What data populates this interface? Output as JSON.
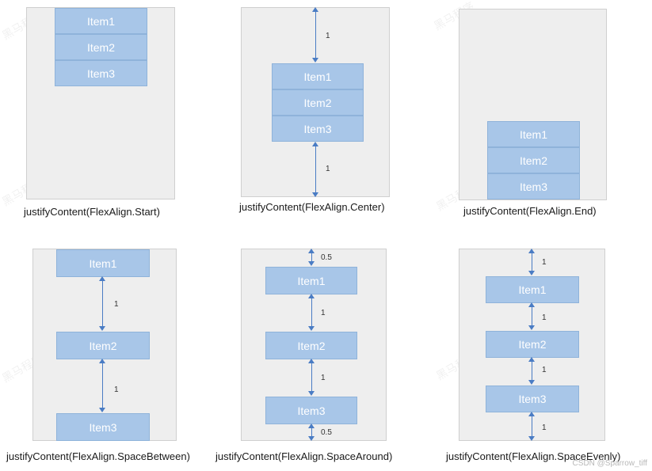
{
  "items": [
    "Item1",
    "Item2",
    "Item3"
  ],
  "captions": {
    "start": "justifyContent(FlexAlign.Start)",
    "center": "justifyContent(FlexAlign.Center)",
    "end": "justifyContent(FlexAlign.End)",
    "space_between": "justifyContent(FlexAlign.SpaceBetween)",
    "space_around": "justifyContent(FlexAlign.SpaceAround)",
    "space_evenly": "justifyContent(FlexAlign.SpaceEvenly)"
  },
  "gap_labels": {
    "one": "1",
    "half": "0.5"
  },
  "watermark": "黑马程序",
  "corner_mark": "CSDN @Sparrow_tiff",
  "colors": {
    "panel": "#eeeeee",
    "item": "#a8c6e8",
    "arrow": "#4a7cc4"
  }
}
